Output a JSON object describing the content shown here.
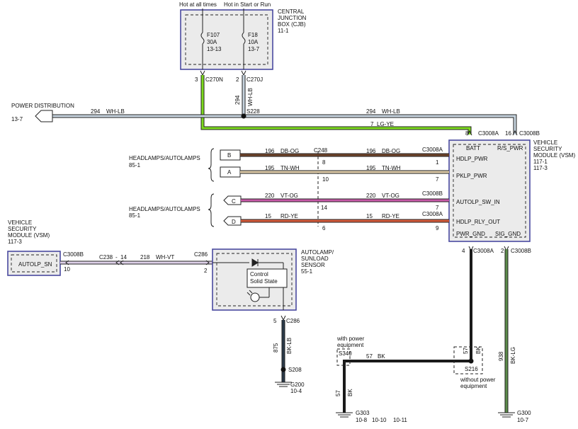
{
  "colors": {
    "wh_lb": "#c7d4df",
    "lg_ye": "#7ddb1e",
    "db_og": "#6e4329",
    "tn_wh": "#dcc9a7",
    "vt_og": "#c85aa8",
    "rd_ye": "#d55a3a",
    "wh_vt": "#ddd0e8",
    "bk": "#1a1a1a",
    "bk_lg": "#5c8c4a",
    "bk_lb": "#2b3a4a",
    "box_border": "#4a4aa0",
    "box_fill": "#ebebeb"
  },
  "cjb": {
    "hot_always": "Hot at all times",
    "hot_start_run": "Hot in Start or Run",
    "title1": "CENTRAL",
    "title2": "JUNCTION",
    "title3": "BOX (CJB)",
    "ref": "11-1",
    "fuse1": {
      "name": "F107",
      "rating": "30A",
      "ref": "13-13"
    },
    "fuse2": {
      "name": "F18",
      "rating": "10A",
      "ref": "13-7"
    },
    "pin1": "3",
    "conn1": "C270N",
    "pin2": "2",
    "conn2": "C270J"
  },
  "power": {
    "title": "POWER DISTRIBUTION",
    "ref": "13-7",
    "circuit_left": "294",
    "color_left": "WH-LB",
    "circuit_right": "294",
    "color_right": "WH-LB",
    "splice": "S228",
    "vert_circuit": "294",
    "vert_color": "WH-LB"
  },
  "lgye": {
    "circuit": "7",
    "color": "LG-YE"
  },
  "vsm": {
    "title1": "VEHICLE",
    "title2": "SECURITY",
    "title3": "MODULE (VSM)",
    "ref1": "117-1",
    "ref2": "117-3",
    "pin_batt_num": "8",
    "pin_batt_conn": "C3008A",
    "pin_rs_num": "16",
    "pin_rs_conn": "C3008B",
    "batt": "BATT",
    "rs_pwr": "R/S_PWR",
    "hdlp_pwr": "HDLP_PWR",
    "pklp_pwr": "PKLP_PWR",
    "autolp_sw_in": "AUTOLP_SW_IN",
    "hdlp_rly_out": "HDLP_RLY_OUT",
    "pwr_gnd": "PWR_GND",
    "sig_gnd": "SIG_GND",
    "gnd_pin1": "4",
    "gnd_conn1": "C3008A",
    "gnd_pin2": "2",
    "gnd_conn2": "C3008B"
  },
  "headlamps_upper": {
    "title": "HEADLAMPS/AUTOLAMPS",
    "ref": "85-1"
  },
  "headlamps_lower": {
    "title": "HEADLAMPS/AUTOLAMPS",
    "ref": "85-1"
  },
  "c248": "C248",
  "wires": {
    "b": {
      "label": "B",
      "circ": "196",
      "color": "DB-OG",
      "circ2": "196",
      "color2": "DB-OG",
      "pin_mid": "8",
      "pin_end": "1",
      "conn": "C3008A"
    },
    "a": {
      "label": "A",
      "circ": "195",
      "color": "TN-WH",
      "circ2": "195",
      "color2": "TN-WH",
      "pin_mid": "10",
      "pin_end": "7"
    },
    "c": {
      "label": "C",
      "circ": "220",
      "color": "VT-OG",
      "circ2": "220",
      "color2": "VT-OG",
      "pin_mid": "14",
      "pin_end": "7",
      "conn": "C3008B"
    },
    "d": {
      "label": "D",
      "circ": "15",
      "color": "RD-YE",
      "circ2": "15",
      "color2": "RD-YE",
      "pin_mid": "6",
      "pin_end": "9",
      "conn": "C3008A"
    }
  },
  "vsm_left": {
    "title1": "VEHICLE",
    "title2": "SECURITY",
    "title3": "MODULE (VSM)",
    "ref": "117-3",
    "pin_label": "AUTOLP_SN",
    "conn": "C3008B",
    "pin": "10"
  },
  "wire218": {
    "c238": "C238",
    "sep": "-",
    "pin14": "14",
    "circuit": "218",
    "color": "WH-VT",
    "c286": "C286",
    "pin2": "2"
  },
  "sensor": {
    "title1": "AUTOLAMP/",
    "title2": "SUNLOAD",
    "title3": "SENSOR",
    "ref": "55-1",
    "inner1": "Control",
    "inner2": "Solid State",
    "pin5": "5",
    "conn": "C286",
    "circuit": "875",
    "color": "BK-LB",
    "splice": "S208",
    "ground": "G200",
    "ground_ref": "10-4"
  },
  "ground_section": {
    "with_power1": "with power",
    "with_power2": "equipment",
    "s340": "S340",
    "circuit57": "57",
    "color57": "BK",
    "vert_circuit": "57",
    "vert_color": "BK",
    "s216": "S216",
    "without1": "without power",
    "without2": "equipment",
    "bottom_circuit": "57",
    "bottom_color": "BK",
    "g303": "G303",
    "g303_ref1": "10-8",
    "g303_ref2": "10-10",
    "g303_ref3": "10-11",
    "bklg_circuit": "938",
    "bklg_color": "BK-LG",
    "g300": "G300",
    "g300_ref": "10-7"
  }
}
